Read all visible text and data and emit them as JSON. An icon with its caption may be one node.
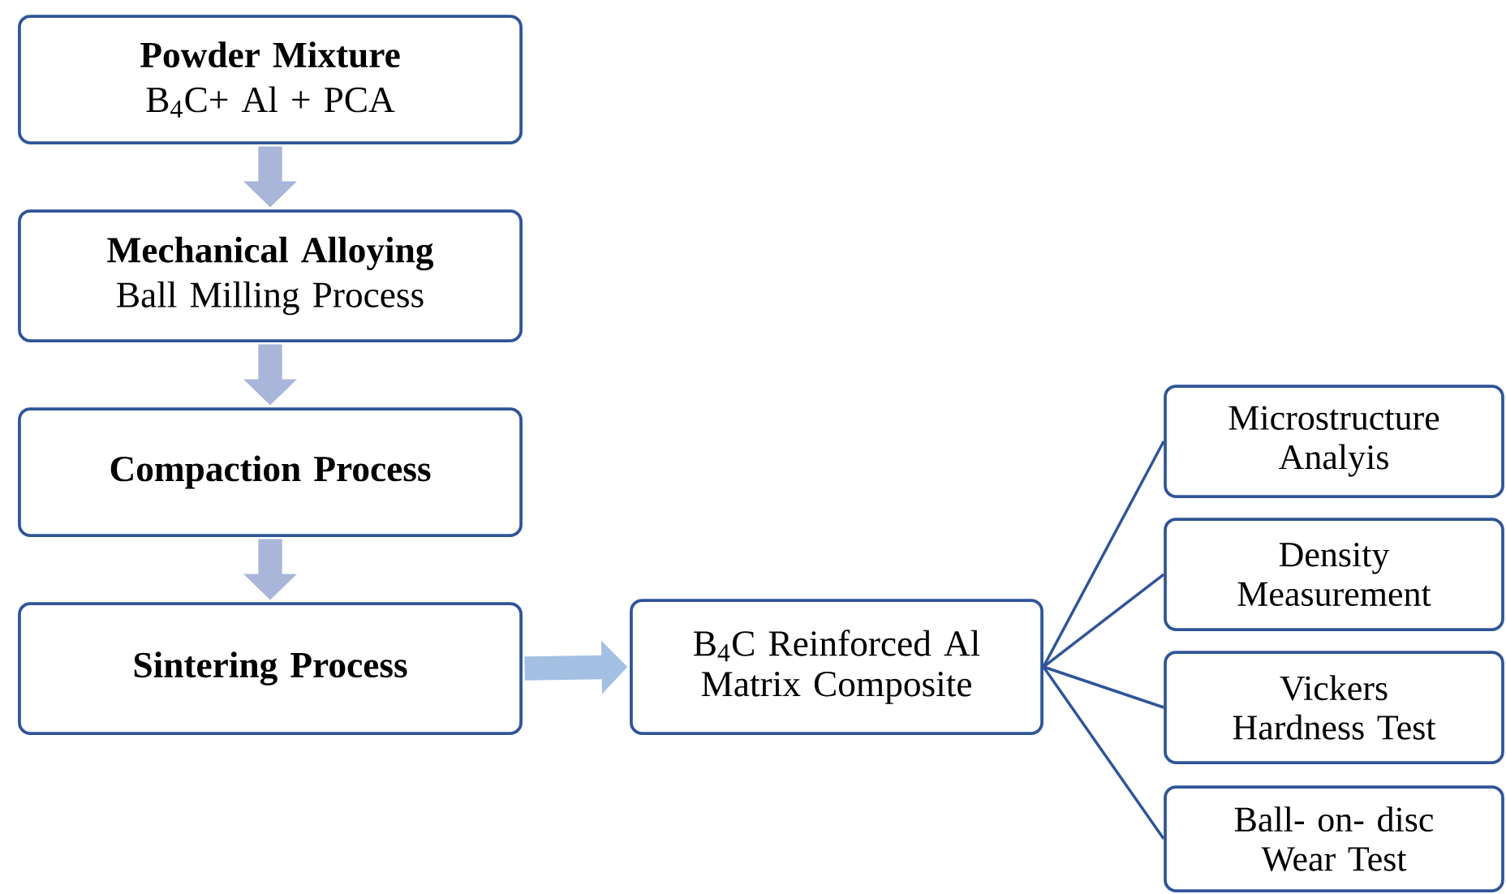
{
  "diagram": {
    "nodes": [
      {
        "text": [
          "Powder Mixture",
          "B$_{4}$C+ Al + PCA"
        ]
      },
      {
        "text": [
          "Mechanical Alloying",
          "Ball Milling Process"
        ]
      },
      {
        "text": [
          "Compaction Process"
        ]
      },
      {
        "text": [
          "Sintering Process"
        ]
      },
      {
        "text": [
          "B$_{4}$C Reinforced Al Matrix Composite"
        ]
      },
      {
        "text": [
          "Microstructure Analyis"
        ]
      },
      {
        "text": [
          "Density Measurement"
        ]
      },
      {
        "text": [
          "Vickers Hardness Test"
        ]
      },
      {
        "text": [
          "Ball- on- disc Wear Test"
        ]
      }
    ],
    "edges": [
      {
        "from": 0,
        "to": 1,
        "arrow": "to",
        "style": "thick",
        "color": "#a9b6da"
      },
      {
        "from": 1,
        "to": 2,
        "arrow": "to",
        "style": "thick",
        "color": "#a9b6da"
      },
      {
        "from": 2,
        "to": 3,
        "arrow": "to",
        "style": "thick",
        "color": "#a9b6da"
      },
      {
        "from": 3,
        "to": 4,
        "arrow": "to",
        "style": "thick",
        "color": "#a3c0e3"
      },
      {
        "from": 4,
        "to": 5,
        "arrow": "none"
      },
      {
        "from": 4,
        "to": 6,
        "arrow": "none"
      },
      {
        "from": 4,
        "to": 7,
        "arrow": "none"
      },
      {
        "from": 4,
        "to": 8,
        "arrow": "none"
      }
    ]
  }
}
